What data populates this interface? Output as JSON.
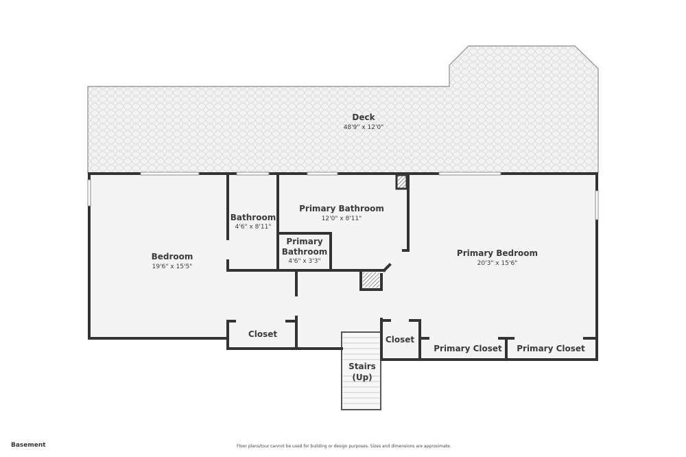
{
  "floor_label": "Basement",
  "disclaimer": "Floor plans/tour cannot be used for building or design purposes. Sizes and dimensions are approximate.",
  "brand": "",
  "rooms": {
    "deck": {
      "name": "Deck",
      "dim": "48'9\" x 12'0\""
    },
    "bedroom": {
      "name": "Bedroom",
      "dim": "19'6\" x 15'5\""
    },
    "bathroom": {
      "name": "Bathroom",
      "dim": "4'6\" x 8'11\""
    },
    "primary_bathroom": {
      "name": "Primary Bathroom",
      "dim": "12'0\" x 8'11\""
    },
    "primary_bathroom_small": {
      "name_line1": "Primary",
      "name_line2": "Bathroom",
      "dim": "4'6\" x 3'3\""
    },
    "primary_bedroom": {
      "name": "Primary Bedroom",
      "dim": "20'3\" x 15'6\""
    },
    "closet_left": {
      "name": "Closet"
    },
    "closet_mid": {
      "name": "Closet"
    },
    "primary_closet_1": {
      "name": "Primary Closet"
    },
    "primary_closet_2": {
      "name": "Primary Closet"
    },
    "stairs": {
      "name_line1": "Stairs",
      "name_line2": "(Up)"
    }
  }
}
